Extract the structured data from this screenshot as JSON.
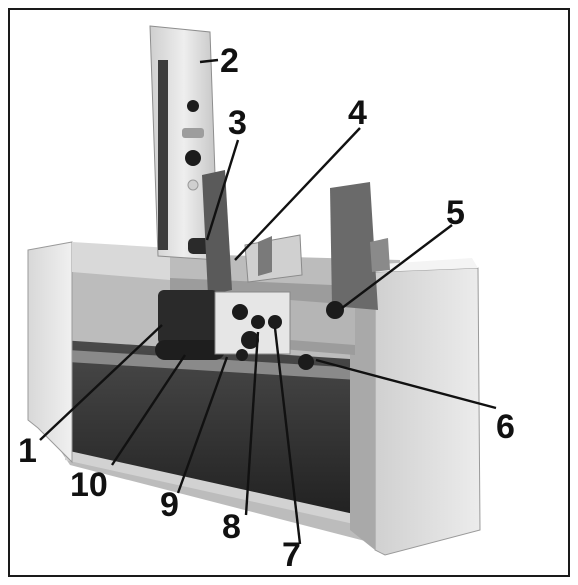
{
  "figure": {
    "callouts": [
      {
        "id": "c1",
        "label": "1"
      },
      {
        "id": "c2",
        "label": "2"
      },
      {
        "id": "c3",
        "label": "3"
      },
      {
        "id": "c4",
        "label": "4"
      },
      {
        "id": "c5",
        "label": "5"
      },
      {
        "id": "c6",
        "label": "6"
      },
      {
        "id": "c7",
        "label": "7"
      },
      {
        "id": "c8",
        "label": "8"
      },
      {
        "id": "c9",
        "label": "9"
      },
      {
        "id": "c10",
        "label": "10"
      }
    ]
  },
  "colors": {
    "ink": "#111111",
    "frame": "#1a1a1a",
    "housing_light": "#e4e4e4",
    "housing_mid": "#bdbdbd",
    "housing_dark": "#3a3a3a",
    "roller": "#1e1e1e"
  }
}
